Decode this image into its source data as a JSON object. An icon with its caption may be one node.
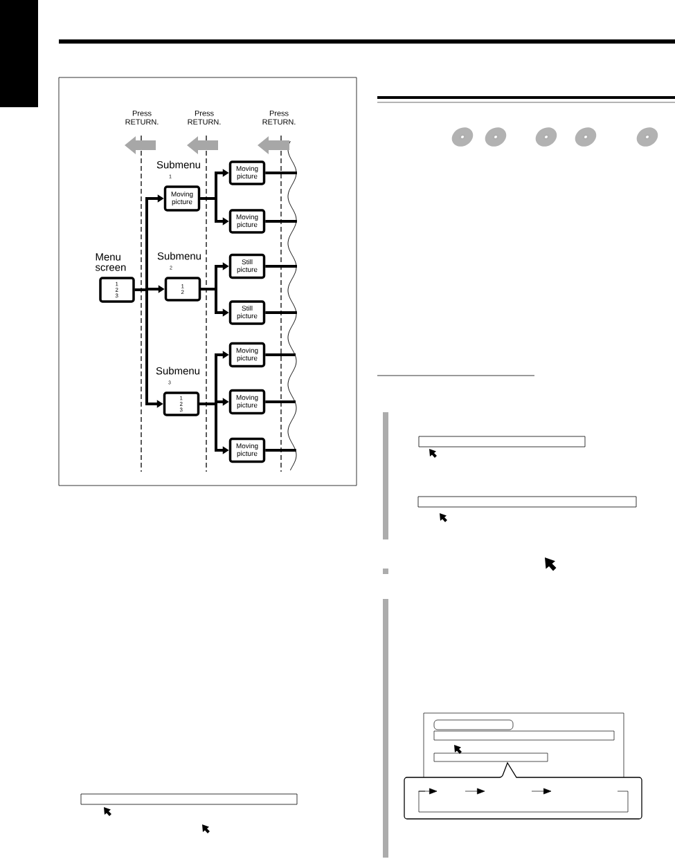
{
  "diagram": {
    "nodes": [
      {
        "text": [
          "Menu screen",
          "1 2 3"
        ]
      },
      {
        "text": [
          "Submenu",
          "Moving picture"
        ],
        "beside": [
          "1"
        ]
      },
      {
        "text": [
          "Submenu",
          "1 2"
        ],
        "beside": [
          "2"
        ]
      },
      {
        "text": [
          "Submenu",
          "1 2 3"
        ],
        "beside": [
          "3"
        ]
      },
      {
        "text": [
          "Moving picture"
        ]
      },
      {
        "text": [
          "Moving picture"
        ]
      },
      {
        "text": [
          "Still picture"
        ]
      },
      {
        "text": [
          "Still picture"
        ]
      },
      {
        "text": [
          "Moving picture"
        ]
      },
      {
        "text": [
          "Moving picture"
        ]
      },
      {
        "text": [
          "Moving picture"
        ]
      }
    ],
    "edges": [
      {
        "from": 0,
        "to": 1,
        "arrow": "to"
      },
      {
        "from": 0,
        "to": 2,
        "arrow": "to"
      },
      {
        "from": 0,
        "to": 3,
        "arrow": "to"
      },
      {
        "from": 1,
        "to": 4,
        "arrow": "to"
      },
      {
        "from": 1,
        "to": 5,
        "arrow": "to"
      },
      {
        "from": 2,
        "to": 6,
        "arrow": "to"
      },
      {
        "from": 2,
        "to": 7,
        "arrow": "to"
      },
      {
        "from": 3,
        "to": 8,
        "arrow": "to"
      },
      {
        "from": 3,
        "to": 9,
        "arrow": "to"
      },
      {
        "from": 3,
        "to": 10,
        "arrow": "to"
      },
      {
        "from": 4,
        "to": null,
        "arrow": "none"
      },
      {
        "from": 5,
        "to": null,
        "arrow": "none"
      },
      {
        "from": 6,
        "to": null,
        "arrow": "none"
      },
      {
        "from": 7,
        "to": null,
        "arrow": "none"
      },
      {
        "from": 8,
        "to": null,
        "arrow": "none"
      },
      {
        "from": 9,
        "to": null,
        "arrow": "none"
      },
      {
        "from": 10,
        "to": null,
        "arrow": "none"
      }
    ],
    "labels": [
      "Press RETURN.",
      "Press RETURN.",
      "Press RETURN."
    ]
  }
}
